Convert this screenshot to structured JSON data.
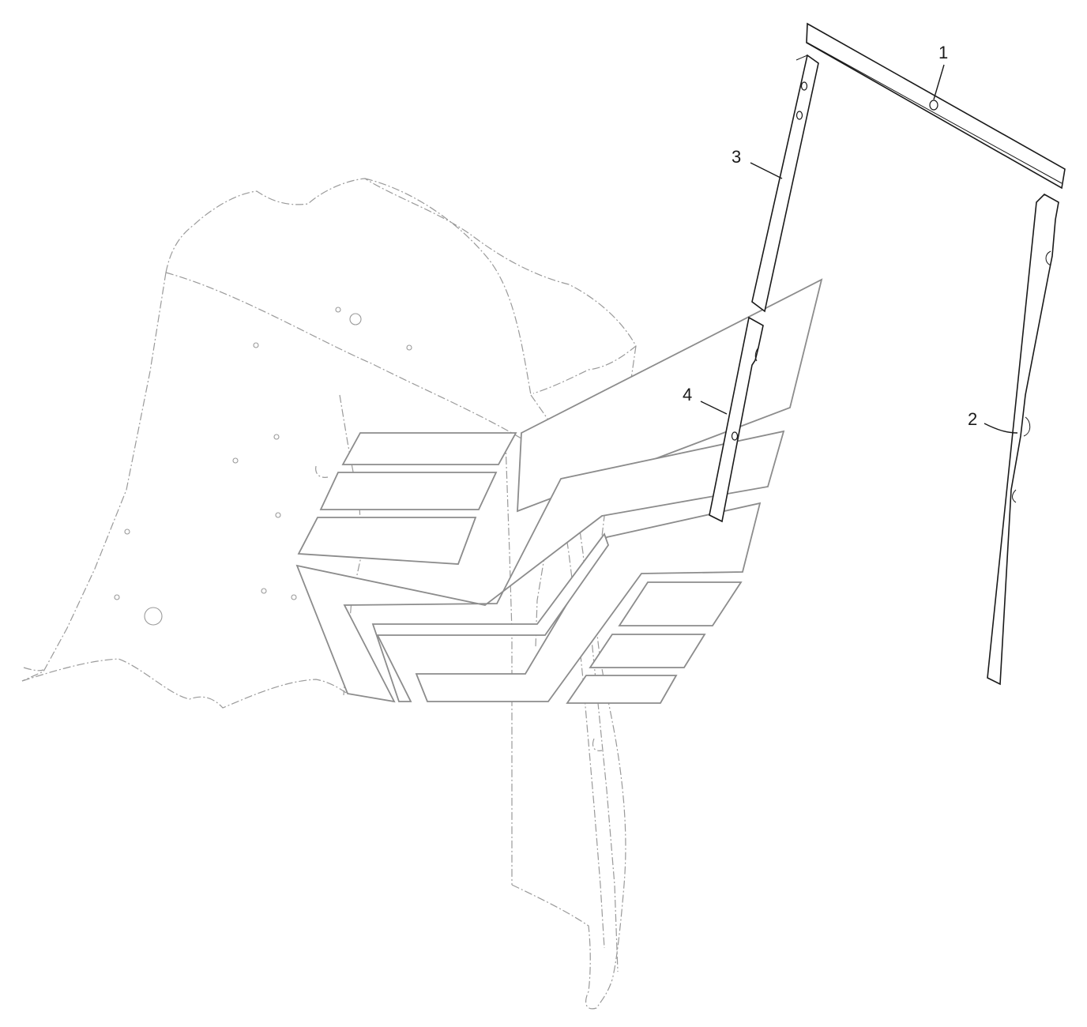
{
  "diagram": {
    "callouts": [
      {
        "id": "1",
        "text": "1"
      },
      {
        "id": "2",
        "text": "2"
      },
      {
        "id": "3",
        "text": "3"
      },
      {
        "id": "4",
        "text": "4"
      }
    ],
    "colors": {
      "background": "#ffffff",
      "part_outline": "#1a1a1a",
      "ghost_outline": "#9a9a9a",
      "decal_stripe_outline": "#8c8c8c"
    }
  }
}
